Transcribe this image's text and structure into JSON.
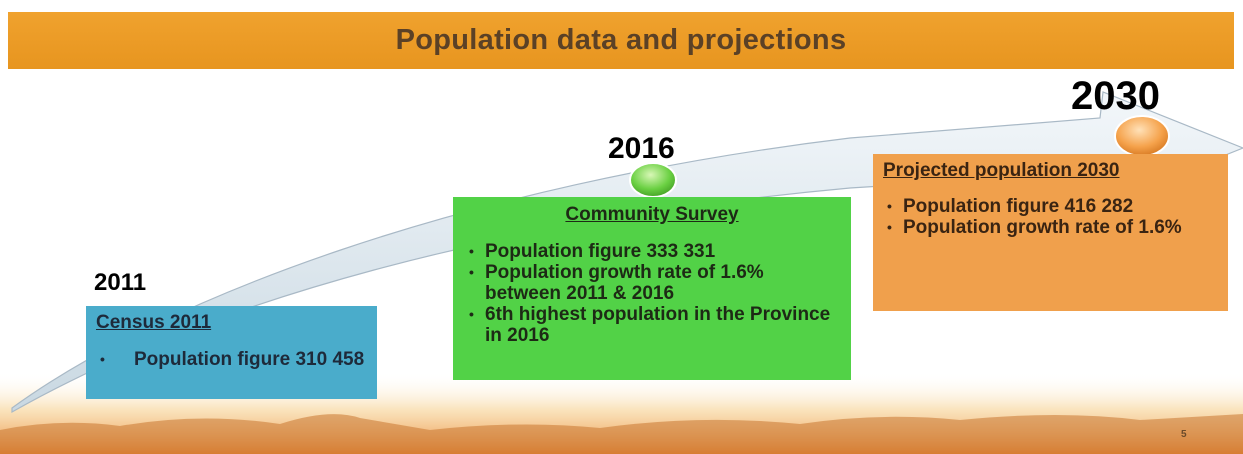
{
  "title": "Population data and projections",
  "years": {
    "y2011": "2011",
    "y2016": "2016",
    "y2030": "2030"
  },
  "cards": {
    "census": {
      "heading": "Census 2011",
      "bullets": [
        "Population figure 310 458"
      ],
      "color": "#4aaccb"
    },
    "survey": {
      "heading": "Community Survey",
      "bullets": [
        "Population figure 333 331",
        "Population growth rate of 1.6% between 2011 & 2016",
        "6th highest population in the Province in 2016"
      ],
      "color": "#52d247"
    },
    "projection": {
      "heading": "Projected population 2030",
      "bullets": [
        "Population figure 416 282",
        "Population growth rate of 1.6%"
      ],
      "color": "#f0a04c"
    }
  },
  "page_number": "5",
  "colors": {
    "title_bar": "#eb9b26",
    "title_text": "#5b4126",
    "marker_2016": "#5ccc3a",
    "marker_2030": "#f39a3e"
  }
}
